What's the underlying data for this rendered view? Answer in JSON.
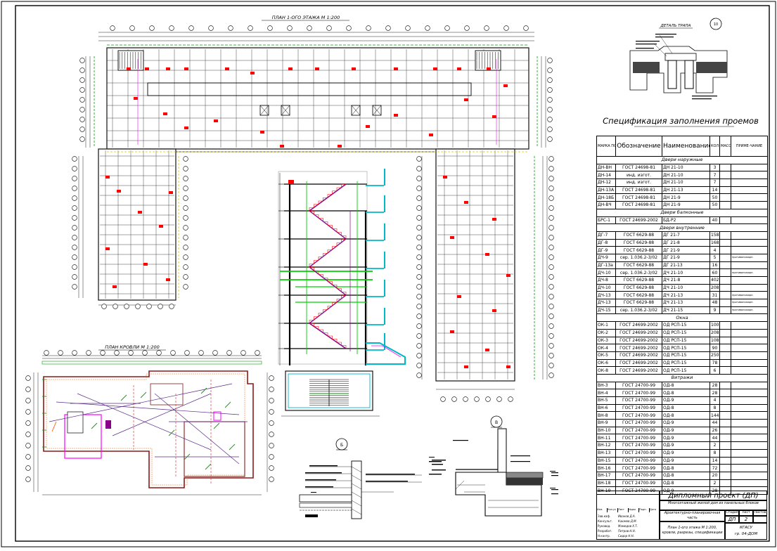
{
  "sheet": {
    "sheet_number_label": "10",
    "plan_first_floor_title": "ПЛАН 1-ОГО ЭТАЖА М 1:200",
    "plan_roof_title": "ПЛАН КРОВЛИ М 1:200",
    "detail_title": "ДЕТАЛЬ ТРАПА",
    "spec_title": "Спецификация заполнения проемов",
    "section_mark_a": "Б",
    "section_mark_b": "В"
  },
  "spec_table": {
    "headers": [
      "МАРКА ПОЗ.",
      "Обозначение",
      "Наименование",
      "КОЛ-ВО ШТ.",
      "МАССА КГ",
      "ПРИМЕ-ЧАНИЕ"
    ],
    "sections": [
      {
        "title": "Двери наружные",
        "rows": [
          [
            "ДН-ВН",
            "ГОСТ 24698-81",
            "ДН 21-10",
            "3",
            "",
            ""
          ],
          [
            "ДН-14",
            "инд. изгот.",
            "ДН 21-10",
            "7",
            "",
            ""
          ],
          [
            "ДН-12",
            "инд. изгот.",
            "ДН 21-10",
            "7",
            "",
            ""
          ],
          [
            "ДН-13А",
            "ГОСТ 24698-81",
            "ДН 21-13",
            "14",
            "",
            ""
          ],
          [
            "ДН-18Б",
            "ГОСТ 24698-81",
            "ДН 21-9",
            "50",
            "",
            ""
          ],
          [
            "ДН-ВЧ",
            "ГОСТ 24698-81",
            "ДН 21-9",
            "50",
            "",
            ""
          ]
        ]
      },
      {
        "title": "Двери балконные",
        "rows": [
          [
            "БРС-1",
            "ГОСТ 24699-2002",
            "БД-Р2",
            "40",
            "",
            ""
          ]
        ]
      },
      {
        "title": "Двери внутренние",
        "rows": [
          [
            "ДГ-7",
            "ГОСТ 6629-88",
            "ДГ 21-7",
            "158",
            "",
            ""
          ],
          [
            "ДГ-8",
            "ГОСТ 6629-88",
            "ДГ 21-8",
            "168",
            "",
            ""
          ],
          [
            "ДГ-9",
            "ГОСТ 6629-88",
            "ДГ 21-9",
            "4",
            "",
            ""
          ],
          [
            "ДЧ-9",
            "сер. 1.036.2-3/02",
            "ДГ 21-9",
            "5",
            "",
            "противопожарн."
          ],
          [
            "ДГ-13а",
            "ГОСТ 6629-88",
            "ДГ 21-13",
            "16",
            "",
            ""
          ],
          [
            "ДЧ-10",
            "сер. 1.036.2-3/02",
            "ДЧ 21-10",
            "60",
            "",
            "противопожарн."
          ],
          [
            "ДЧ-8",
            "ГОСТ 6629-88",
            "ДЧ 21-8",
            "402",
            "",
            ""
          ],
          [
            "ДЧ-10",
            "ГОСТ 6629-88",
            "ДЧ 21-10",
            "208",
            "",
            ""
          ],
          [
            "ДЧ-13",
            "ГОСТ 6629-88",
            "ДЧ 21-13",
            "31",
            "",
            "противопожарн."
          ],
          [
            "ДЧ-13",
            "ГОСТ 6629-88",
            "ДЧ 21-13",
            "48",
            "",
            "противопожарн."
          ],
          [
            "ДЧ-15",
            "сер. 1.036.2-3/02",
            "ДЧ 21-15",
            "9",
            "",
            "противопожарн."
          ]
        ]
      },
      {
        "title": "Окна",
        "rows": [
          [
            "ОК-1",
            "ГОСТ 24699-2002",
            "ОД РСП-15",
            "100",
            "",
            ""
          ],
          [
            "ОК-2",
            "ГОСТ 24699-2002",
            "ОД РСП-15",
            "208",
            "",
            ""
          ],
          [
            "ОК-3",
            "ГОСТ 24699-2002",
            "ОД РСП-15",
            "108",
            "",
            ""
          ],
          [
            "ОК-4",
            "ГОСТ 24699-2002",
            "ОД РСП-15",
            "90",
            "",
            ""
          ],
          [
            "ОК-5",
            "ГОСТ 24699-2002",
            "ОД РСП-15",
            "250",
            "",
            ""
          ],
          [
            "ОК-6",
            "ГОСТ 24699-2002",
            "ОД РСП-15",
            "78",
            "",
            ""
          ],
          [
            "ОК-8",
            "ГОСТ 24699-2002",
            "ОД РСП-15",
            "6",
            "",
            ""
          ]
        ]
      },
      {
        "title": "Витражи",
        "rows": [
          [
            "ВН-3",
            "ГОСТ 24700-99",
            "ОД-8",
            "28",
            "",
            ""
          ],
          [
            "ВН-4",
            "ГОСТ 24700-99",
            "ОД-8",
            "28",
            "",
            ""
          ],
          [
            "ВН-5",
            "ГОСТ 24700-99",
            "ОД-9",
            "4",
            "",
            ""
          ],
          [
            "ВН-6",
            "ГОСТ 24700-99",
            "ОД-8",
            "8",
            "",
            ""
          ],
          [
            "ВН-8",
            "ГОСТ 24700-99",
            "ОД-8",
            "144",
            "",
            ""
          ],
          [
            "ВН-9",
            "ГОСТ 24700-99",
            "ОД-9",
            "44",
            "",
            ""
          ],
          [
            "ВН-10",
            "ГОСТ 24700-99",
            "ОД-9",
            "26",
            "",
            ""
          ],
          [
            "ВН-11",
            "ГОСТ 24700-99",
            "ОД-9",
            "44",
            "",
            ""
          ],
          [
            "ВН-12",
            "ГОСТ 24700-99",
            "ОД-9",
            "2",
            "",
            ""
          ],
          [
            "ВН-13",
            "ГОСТ 24700-99",
            "ОД-9",
            "8",
            "",
            ""
          ],
          [
            "ВН-15",
            "ГОСТ 24700-99",
            "ОД-9",
            "14",
            "",
            ""
          ],
          [
            "ВН-16",
            "ГОСТ 24700-99",
            "ОД-8",
            "72",
            "",
            ""
          ],
          [
            "ВН-17",
            "ГОСТ 24700-99",
            "ОД-8",
            "20",
            "",
            ""
          ],
          [
            "ВН-18",
            "ГОСТ 24700-99",
            "ОД-8",
            "2",
            "",
            ""
          ],
          [
            "ВН-19",
            "ГОСТ 24700-99",
            "ОД-9",
            "28",
            "",
            ""
          ]
        ]
      }
    ]
  },
  "title_block": {
    "project_title": "Дипломный проект (ДП)",
    "building": "Многоэтажный жилой дом из панельных блоков",
    "section_name": "Архитектурно-планировочная часть",
    "sheet_content": "План 1-ого этажа М 1:200, кровли, разрезы, спецификации",
    "stage_label": "Стадия",
    "sheet_label": "Лист",
    "sheets_label": "Листов",
    "stage_value": "ДП",
    "sheet_value": "2",
    "org": "КГАСУ",
    "group": "гр. 04-ДОМ",
    "roles": [
      "Зав.каф.",
      "Консульт.",
      "Руковод.",
      "Разработ.",
      "Н.контр."
    ],
    "names": [
      "Иванов Д.А.",
      "Каюмов Д.М.",
      "Мамедов Х.Т.",
      "Петров Н.Н.",
      "Сидор Н.Н."
    ],
    "head_cols": [
      "Изм.",
      "Кол.уч",
      "Лист",
      "№док",
      "Подп.",
      "Дата"
    ]
  },
  "colors": {
    "wall": "#222222",
    "grid_axis": "#8a8a8a",
    "dims_green": "#00a000",
    "dims_yellow": "#d8c800",
    "accent_red": "#ff0000",
    "accent_magenta": "#ff00ff",
    "accent_cyan": "#00b8c8",
    "accent_blue": "#0000ff"
  }
}
